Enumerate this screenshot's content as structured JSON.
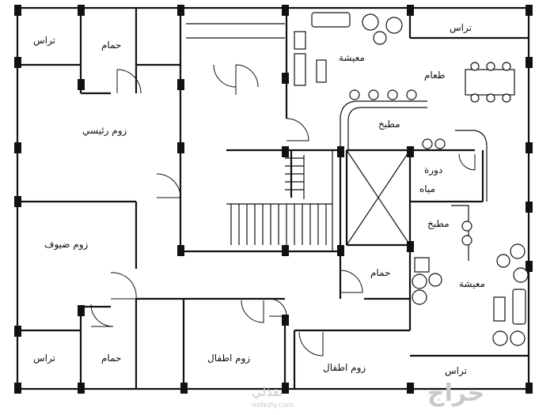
{
  "rooms": {
    "terrace_top_left": "تراس",
    "bath_top_left": "حمام",
    "living_room_left": "زوم رئيسي",
    "guest_room": "زوم ضيوف",
    "terrace_bottom_left": "تراس",
    "bath_bottom_left": "حمام",
    "kids_room_1": "زوم اطفال",
    "kids_room_2": "زوم اطفال",
    "terrace_top_right": "تراس",
    "living_top_right": "معيشة",
    "dining": "طعام",
    "kitchen_top": "مطبخ",
    "wc_line1": "دورة",
    "wc_line2": "مياه",
    "kitchen_right": "مطبخ",
    "bath_center": "حمام",
    "living_bottom_right": "معيشة",
    "terrace_bottom_right": "تراس"
  },
  "watermark": {
    "logo": "حراج",
    "site_logo": "نفذلي",
    "site_url": "nofezly.com"
  }
}
